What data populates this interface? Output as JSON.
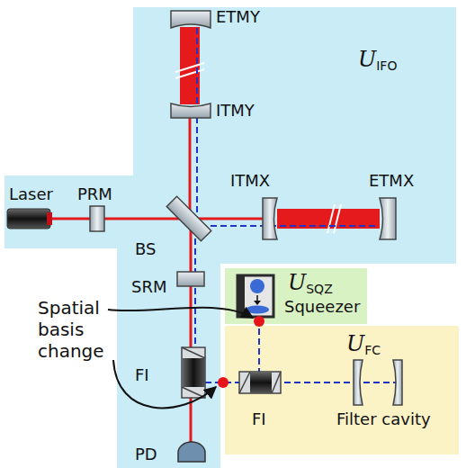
{
  "diagram": {
    "nodes": [
      {
        "text": [
          "U",
          "IFO"
        ]
      },
      {
        "text": [
          "U",
          "SQZ"
        ]
      },
      {
        "text": [
          "U",
          "FC"
        ]
      },
      {
        "text": [
          "Squeezer"
        ],
        "in": 1
      }
    ],
    "labels": [
      "ETMY",
      "ITMY",
      "Laser",
      "PRM",
      "ITMX",
      "ETMX",
      "BS",
      "SRM",
      "FI",
      "PD",
      "Spatial basis change",
      "FI",
      "Filter cavity"
    ]
  }
}
